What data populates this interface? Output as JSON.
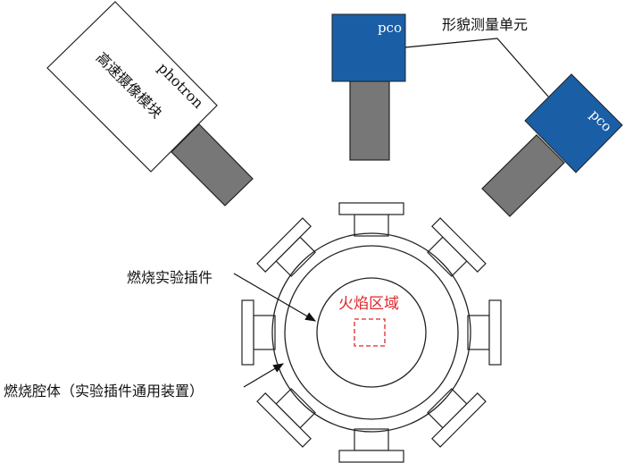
{
  "colors": {
    "camera_blue": "#1a5ea6",
    "lens_gray": "#777777",
    "flame_red": "#e0262a"
  },
  "high_speed_camera": {
    "brand": "photron",
    "label": "高速摄像模块"
  },
  "morphology_unit": {
    "label": "形貌测量单元",
    "camera_top_brand": "pco",
    "camera_right_brand": "pco"
  },
  "chamber": {
    "insert_label": "燃烧实验插件",
    "chamber_label": "燃烧腔体（实验插件通用装置）",
    "flame_label": "火焰区域"
  }
}
